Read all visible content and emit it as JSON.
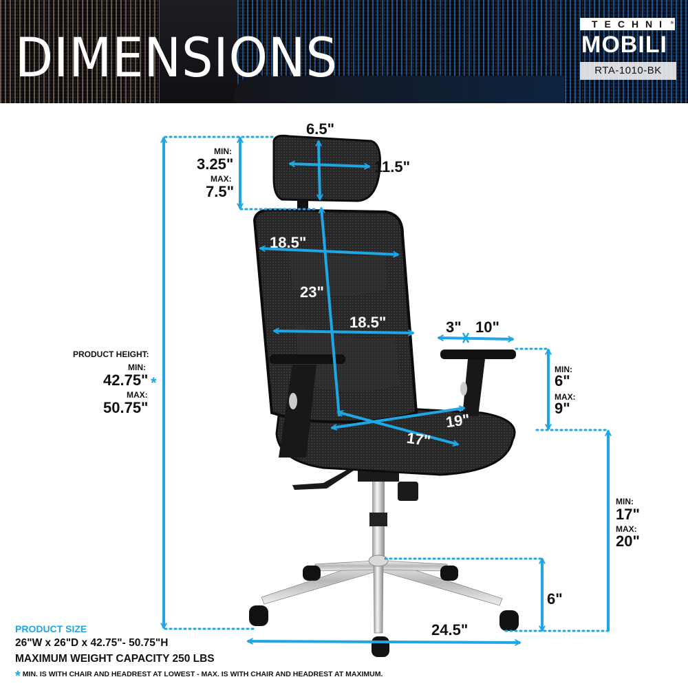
{
  "header": {
    "title": "DIMENSIONS",
    "brand_top": "TECHNI",
    "brand_reg": "®",
    "brand_bottom": "MOBILI",
    "model_number": "RTA-1010-BK"
  },
  "colors": {
    "accent": "#1ea7e4",
    "text": "#111111",
    "background": "#ffffff"
  },
  "product_height": {
    "label": "PRODUCT HEIGHT:",
    "min_label": "MIN:",
    "min_value": "42.75\"",
    "max_label": "MAX:",
    "max_value": "50.75\"",
    "asterisk": "*"
  },
  "headrest": {
    "width": "6.5\"",
    "height": "11.5\"",
    "adjust_min_label": "MIN:",
    "adjust_min_value": "3.25\"",
    "adjust_max_label": "MAX:",
    "adjust_max_value": "7.5\""
  },
  "backrest": {
    "upper_width": "18.5\"",
    "height": "23\"",
    "lower_width": "18.5\""
  },
  "armrest": {
    "offset": "3\"",
    "length": "10\"",
    "height_min_label": "MIN:",
    "height_min_value": "6\"",
    "height_max_label": "MAX:",
    "height_max_value": "9\""
  },
  "seat": {
    "width": "19\"",
    "depth": "17\"",
    "height_min_label": "MIN:",
    "height_min_value": "17\"",
    "height_max_label": "MAX:",
    "height_max_value": "20\""
  },
  "base": {
    "height": "6\"",
    "width": "24.5\""
  },
  "footer": {
    "product_size_label": "PRODUCT SIZE",
    "product_size_value": "26\"W x 26\"D x 42.75\"- 50.75\"H",
    "weight_capacity": "MAXIMUM WEIGHT CAPACITY 250 LBS",
    "note_asterisk": "*",
    "note": "MIN. IS WITH CHAIR AND HEADREST AT LOWEST - MAX. IS WITH CHAIR AND HEADREST AT MAXIMUM."
  }
}
